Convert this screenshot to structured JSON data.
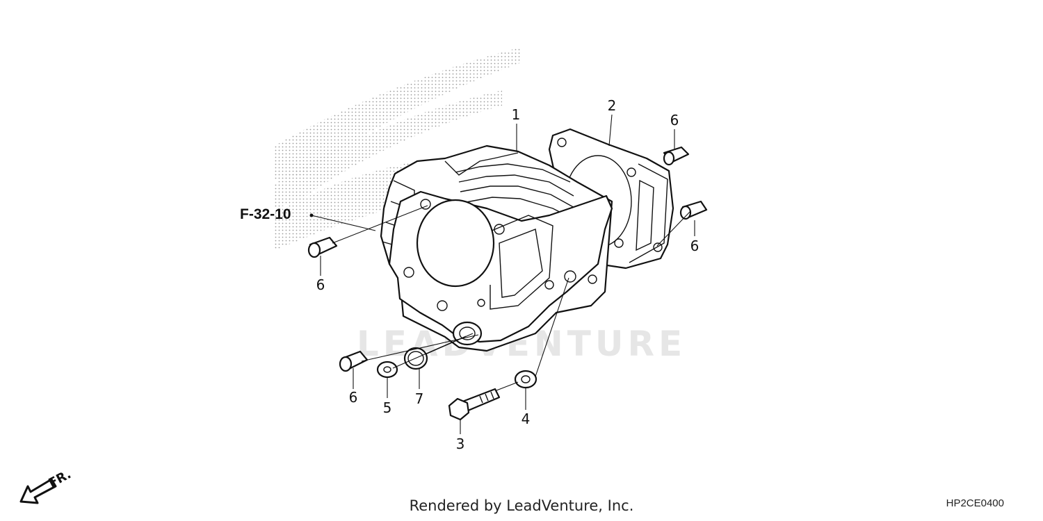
{
  "diagram": {
    "reference_label": "F-32-10",
    "watermark": "LEADVENTURE",
    "front_indicator": "FR.",
    "callouts": {
      "p1": "1",
      "p2": "2",
      "p3": "3",
      "p4": "4",
      "p5": "5",
      "p6a": "6",
      "p6b": "6",
      "p6c": "6",
      "p6d": "6",
      "p7": "7"
    },
    "icons": [
      "front-arrow-icon"
    ]
  },
  "footer": {
    "credit": "Rendered by LeadVenture, Inc.",
    "code": "HP2CE0400"
  }
}
